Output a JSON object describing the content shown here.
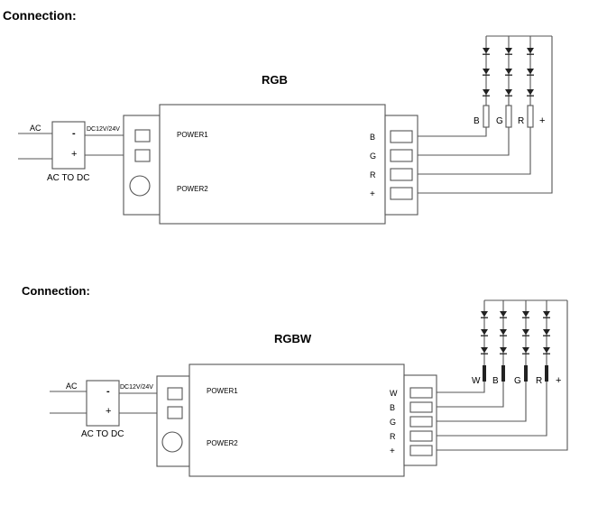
{
  "section1": {
    "heading": "Connection:",
    "title": "RGB",
    "ac": "AC",
    "minus": "-",
    "plus": "+",
    "dc": "DC12V/24V",
    "converter": "AC TO DC",
    "power1": "POWER1",
    "power2": "POWER2",
    "pins": [
      "B",
      "G",
      "R",
      "+"
    ],
    "strip_labels": [
      "B",
      "G",
      "R",
      "+"
    ]
  },
  "section2": {
    "heading": "Connection:",
    "title": "RGBW",
    "ac": "AC",
    "minus": "-",
    "plus": "+",
    "dc": "DC12V/24V",
    "converter": "AC TO DC",
    "power1": "POWER1",
    "power2": "POWER2",
    "pins": [
      "W",
      "B",
      "G",
      "R",
      "+"
    ],
    "strip_labels": [
      "W",
      "B",
      "G",
      "R",
      "+"
    ]
  }
}
